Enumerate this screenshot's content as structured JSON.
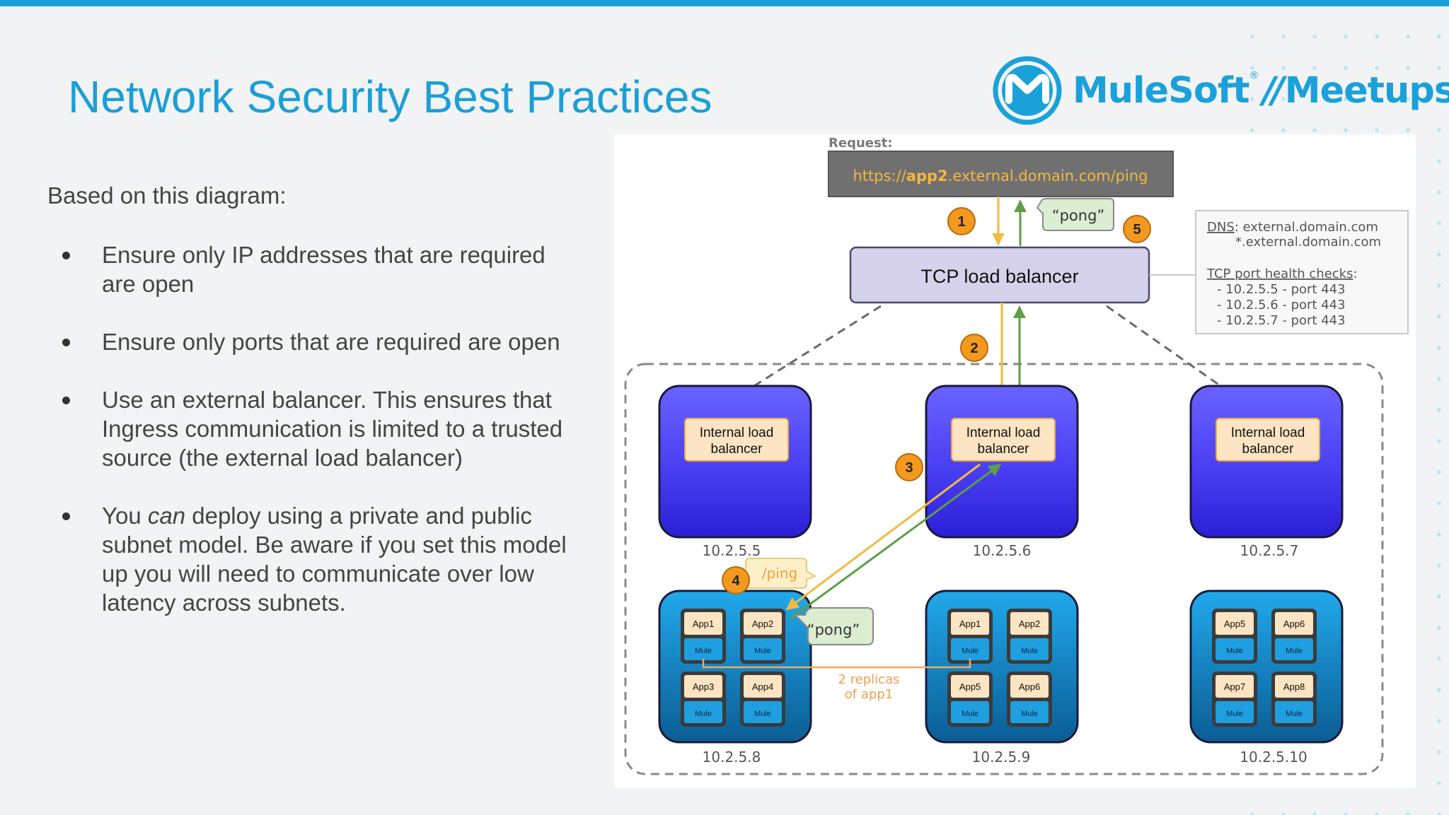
{
  "header": {
    "title": "Network Security Best Practices"
  },
  "logo": {
    "brand": "MuleSoft",
    "registered": "®",
    "separator": "//",
    "suffix": "Meetups"
  },
  "content": {
    "intro": "Based on this diagram:",
    "bullets": [
      {
        "text": "Ensure only IP addresses that are required are open"
      },
      {
        "text": "Ensure only ports that are required are open"
      },
      {
        "text": "Use an external balancer.  This ensures that Ingress communication is limited to a trusted source (the external load balancer)"
      },
      {
        "before": "You ",
        "emphasis": "can",
        "after": " deploy using a private and public subnet model.  Be aware if you set this model up you will need to communicate over low latency across subnets."
      }
    ]
  },
  "diagram": {
    "request_label": "Request:",
    "request_url": {
      "prefix": "https://",
      "app": "app2",
      "rest": ".external.domain.com/ping"
    },
    "tcp_lb_label": "TCP load balancer",
    "steps": [
      "1",
      "2",
      "3",
      "4",
      "5"
    ],
    "pong_label": "“pong”",
    "ping_label": "/ping",
    "dns_info": {
      "dns_key": "DNS",
      "dns_value": ": external.domain.com",
      "dns_value2": "*.external.domain.com",
      "health_title": "TCP port health checks",
      "health_colon": ":",
      "health_checks": [
        "- 10.2.5.5 - port 443",
        "- 10.2.5.6 - port 443",
        "- 10.2.5.7 - port 443"
      ]
    },
    "internal_lb": [
      {
        "line1": "Internal load",
        "line2": "balancer",
        "ip": "10.2.5.5"
      },
      {
        "line1": "Internal load",
        "line2": "balancer",
        "ip": "10.2.5.6"
      },
      {
        "line1": "Internal load",
        "line2": "balancer",
        "ip": "10.2.5.7"
      }
    ],
    "worker_nodes": [
      {
        "ip": "10.2.5.8",
        "apps": [
          "App1",
          "App2",
          "App3",
          "App4"
        ]
      },
      {
        "ip": "10.2.5.9",
        "apps": [
          "App1",
          "App2",
          "App5",
          "App6"
        ]
      },
      {
        "ip": "10.2.5.10",
        "apps": [
          "App5",
          "App6",
          "App7",
          "App8"
        ]
      }
    ],
    "runtime_label": "Mule",
    "replicas_note": [
      "2 replicas",
      "of app1"
    ],
    "colors": {
      "request_arrow": "#f2bb3e",
      "response_arrow": "#5e9e48",
      "step_badge": "#f39a1e",
      "lb_node_top": "#6a62ff",
      "lb_node_bottom": "#2a1fd6",
      "worker_node_top": "#21a9ec",
      "worker_node_bottom": "#0b5d94",
      "url_text": "#f4b73e",
      "pong_bg": "#dcedd2"
    }
  }
}
